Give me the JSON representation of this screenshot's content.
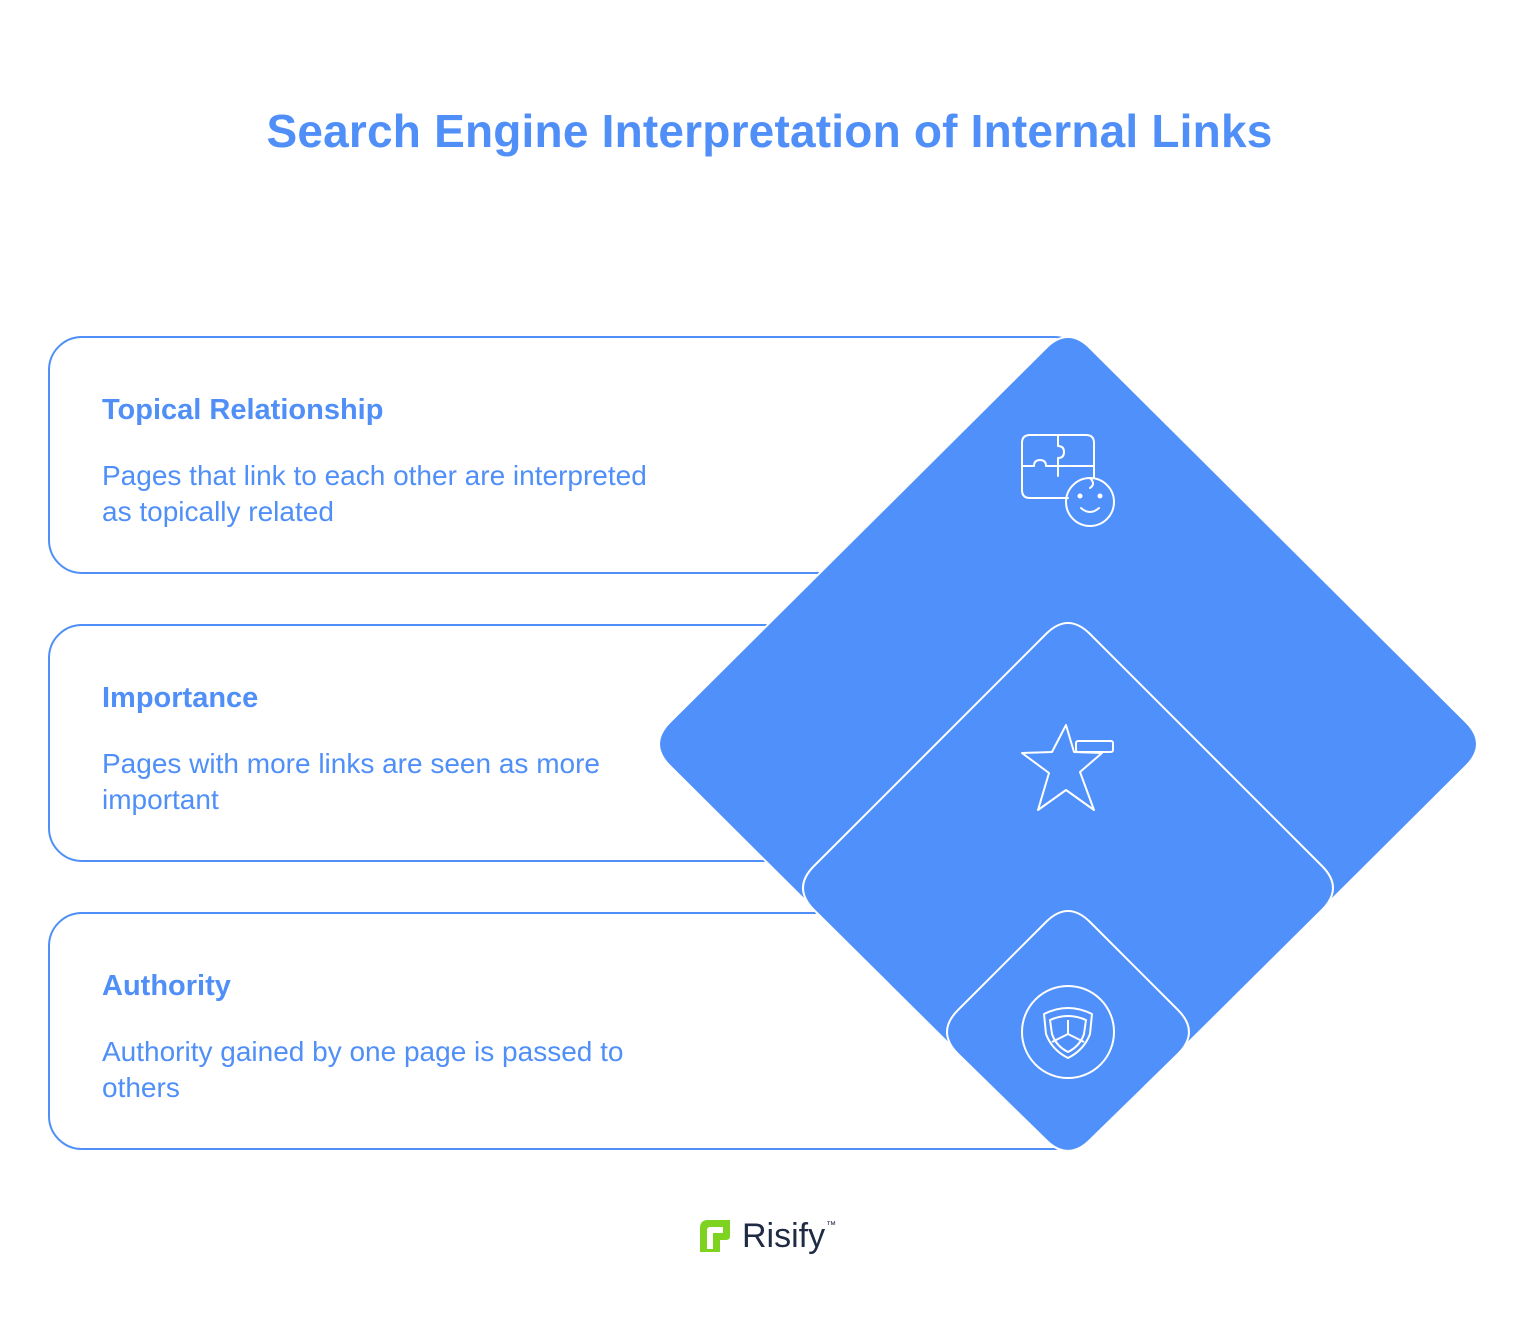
{
  "title": "Search Engine Interpretation of Internal Links",
  "items": [
    {
      "heading": "Topical Relationship",
      "description": "Pages that link to each other are interpreted as topically related",
      "icon": "puzzle-face-icon"
    },
    {
      "heading": "Importance",
      "description": "Pages with more links are seen as more important",
      "icon": "star-minus-icon"
    },
    {
      "heading": "Authority",
      "description": "Authority gained by one page is passed to others",
      "icon": "shield-badge-icon"
    }
  ],
  "brand": {
    "name": "Risify",
    "trademark": "™"
  },
  "colors": {
    "accent": "#4f8ff7",
    "diamond_fill": "#5090fb",
    "icon_stroke": "#ffffff",
    "logo_green": "#7ed321",
    "logo_text": "#1f2a44"
  }
}
